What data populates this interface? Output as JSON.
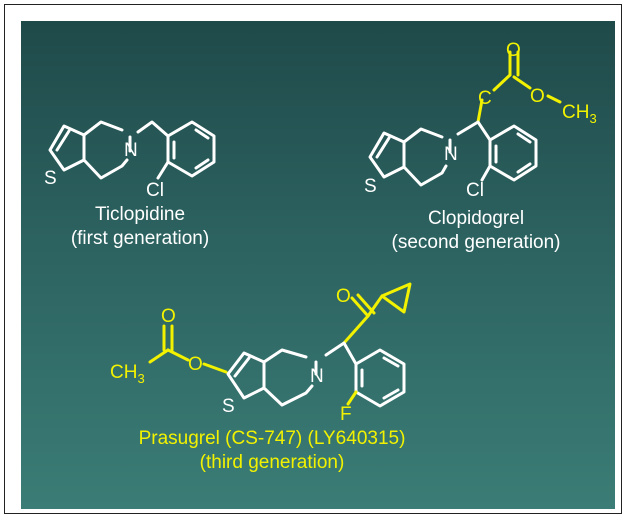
{
  "colors": {
    "panel_top": "#1f4a4a",
    "panel_bottom": "#3b7d76",
    "structure": "#ffffff",
    "highlight": "#f2f200",
    "border": "#222222"
  },
  "atoms": {
    "sulfur": "S",
    "nitrogen": "N",
    "chlorine": "Cl",
    "fluorine": "F",
    "oxygen": "O",
    "carbon": "C",
    "methyl_main": "CH",
    "methyl_sub": "3"
  },
  "compounds": [
    {
      "name": "Ticlopidine",
      "generation": "(first generation)"
    },
    {
      "name": "Clopidogrel",
      "generation": "(second generation)"
    },
    {
      "name": "Prasugrel (CS-747) (LY640315)",
      "generation": "(third generation)"
    }
  ]
}
